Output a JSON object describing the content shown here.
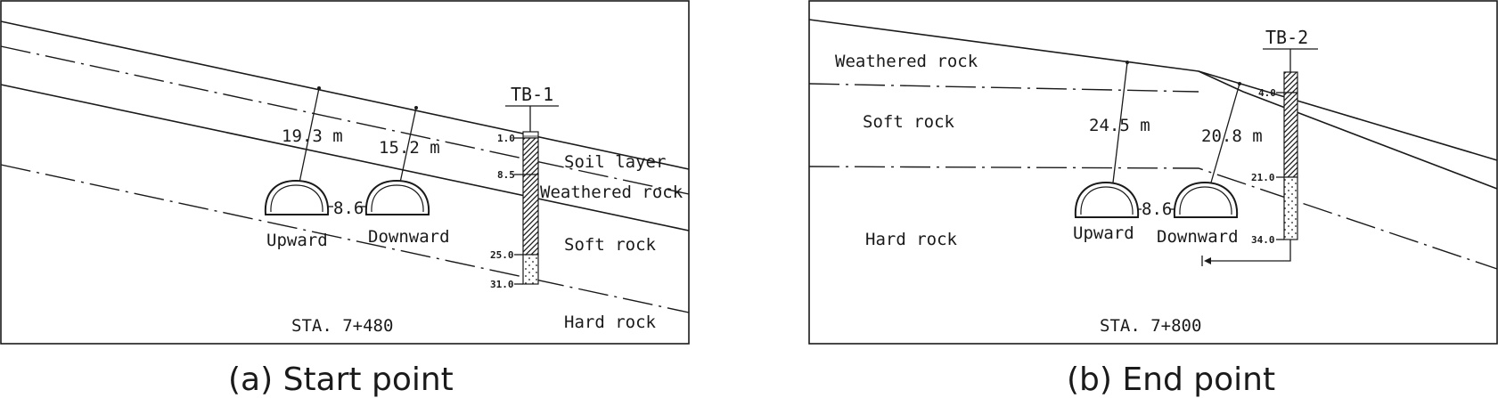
{
  "panel_a": {
    "caption": "(a) Start point",
    "station": "STA. 7+480",
    "borehole": {
      "name": "TB-1",
      "depths": [
        "1.0",
        "8.5",
        "25.0",
        "31.0"
      ]
    },
    "layers": [
      "Soil layer",
      "Weathered rock",
      "Soft rock",
      "Hard rock"
    ],
    "tunnels": {
      "left": "Upward",
      "right": "Downward"
    },
    "dimensions": {
      "upward_cover": "19.3 m",
      "downward_cover": "15.2 m",
      "spacing": "8.6"
    }
  },
  "panel_b": {
    "caption": "(b) End point",
    "station": "STA. 7+800",
    "borehole": {
      "name": "TB-2",
      "depths": [
        "4.0",
        "21.0",
        "34.0"
      ]
    },
    "layers": [
      "Weathered rock",
      "Soft rock",
      "Hard rock"
    ],
    "tunnels": {
      "left": "Upward",
      "right": "Downward"
    },
    "dimensions": {
      "upward_cover": "24.5 m",
      "downward_cover": "20.8 m",
      "spacing": "8.6"
    }
  }
}
